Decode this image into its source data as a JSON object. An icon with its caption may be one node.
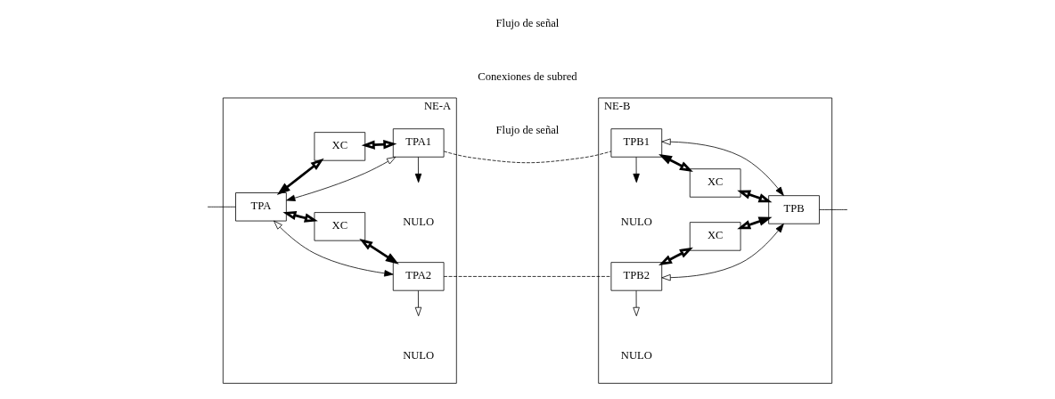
{
  "diagram": {
    "nodes": [
      {
        "text": [
          "NE-A"
        ]
      },
      {
        "text": [
          "XC"
        ],
        "in": 0
      },
      {
        "text": [
          "TPA1"
        ],
        "in": 0
      },
      {
        "text": [
          "TPA"
        ],
        "in": 0
      },
      {
        "text": [
          "TPA2"
        ],
        "in": 0
      },
      {
        "text": [
          "XC"
        ],
        "in": 0
      },
      {
        "text": [
          "NE-B"
        ]
      },
      {
        "text": [
          "XC"
        ],
        "in": 6
      },
      {
        "text": [
          "TPB1"
        ],
        "in": 6
      },
      {
        "text": [
          "TPB"
        ],
        "in": 6
      },
      {
        "text": [
          "TPB2"
        ],
        "in": 6
      },
      {
        "text": [
          "XC"
        ],
        "in": 6
      }
    ],
    "edges": [
      {
        "from": 1,
        "to": 3,
        "arrow": "both",
        "style": "thick"
      },
      {
        "from": 1,
        "to": 2,
        "arrow": "both",
        "style": "thick"
      },
      {
        "from": 2,
        "to": 3,
        "arrow": "both"
      },
      {
        "from": 3,
        "to": 4,
        "arrow": "both"
      },
      {
        "from": 5,
        "to": 3,
        "arrow": "both",
        "style": "thick"
      },
      {
        "from": 5,
        "to": 4,
        "arrow": "both",
        "style": "thick"
      },
      {
        "from": 2,
        "to": null,
        "arrow": "to"
      },
      {
        "from": 4,
        "to": null,
        "arrow": "to"
      },
      {
        "from": null,
        "to": 3,
        "arrow": "none"
      },
      {
        "from": 2,
        "to": 8,
        "arrow": "none",
        "style": "dashed"
      },
      {
        "from": 4,
        "to": 10,
        "arrow": "none",
        "style": "dashed"
      },
      {
        "from": 7,
        "to": 8,
        "arrow": "both",
        "style": "thick"
      },
      {
        "from": 7,
        "to": 9,
        "arrow": "both",
        "style": "thick"
      },
      {
        "from": 8,
        "to": 9,
        "arrow": "both"
      },
      {
        "from": 10,
        "to": 9,
        "arrow": "both"
      },
      {
        "from": 11,
        "to": 10,
        "arrow": "both",
        "style": "thick"
      },
      {
        "from": 11,
        "to": 9,
        "arrow": "both",
        "style": "thick"
      },
      {
        "from": 8,
        "to": null,
        "arrow": "to"
      },
      {
        "from": 10,
        "to": null,
        "arrow": "to"
      },
      {
        "from": 9,
        "to": null,
        "arrow": "none"
      }
    ],
    "labels": [
      "Flujo de señal",
      "NULO",
      "NULO",
      "Conexiones de subred",
      "NULO",
      "Flujo de señal",
      "NULO"
    ]
  }
}
